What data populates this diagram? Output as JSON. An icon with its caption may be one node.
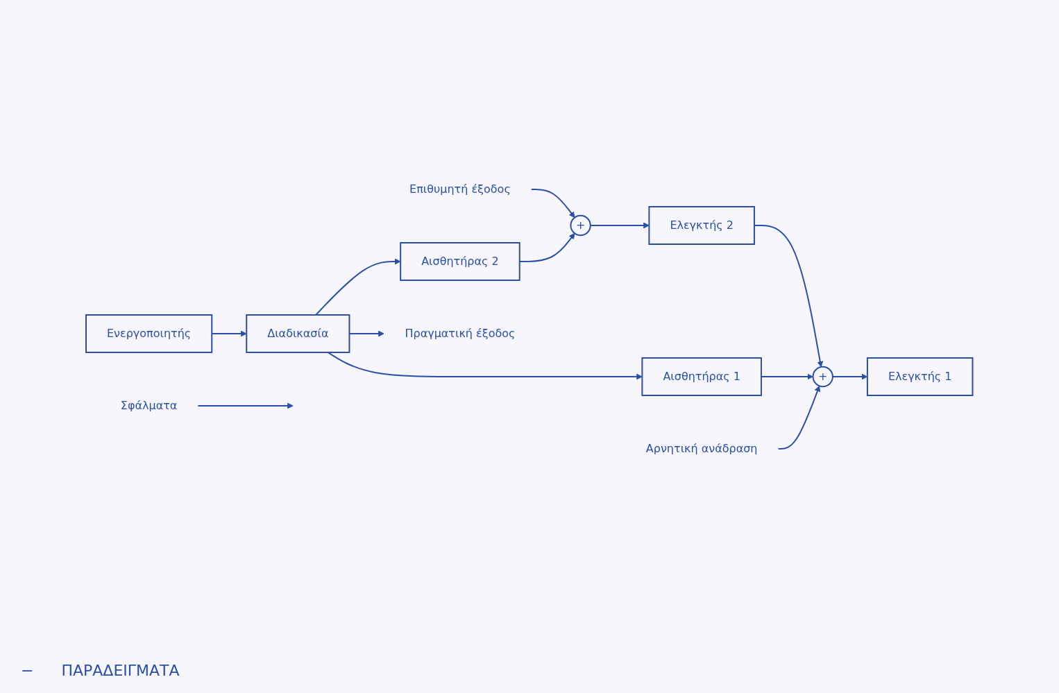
{
  "diagram": {
    "nodes": [
      {
        "text": [
          "Επιθυμητή έξοδος"
        ]
      },
      {
        "text": [
          "+"
        ]
      },
      {
        "text": [
          "Ελεγκτής 2"
        ]
      },
      {
        "text": [
          "+"
        ]
      },
      {
        "text": [
          "Ελεγκτής 1"
        ]
      },
      {
        "text": [
          "Ενεργοποιητής"
        ]
      },
      {
        "text": [
          "Διαδικασία"
        ]
      },
      {
        "text": [
          "Αισθητήρας 1"
        ]
      },
      {
        "text": [
          "Αισθητήρας 2"
        ]
      },
      {
        "text": [
          "Σφάλματα"
        ]
      },
      {
        "text": [
          "Αρνητική ανάδραση"
        ]
      },
      {
        "text": [
          "Πραγματική έξοδος"
        ]
      }
    ],
    "edges": [
      {
        "from": 0,
        "to": 1,
        "arrow": "to"
      },
      {
        "from": 1,
        "to": 2,
        "arrow": "to"
      },
      {
        "from": 2,
        "to": 3,
        "arrow": "to"
      },
      {
        "from": 3,
        "to": 4,
        "arrow": "to"
      },
      {
        "from": 5,
        "to": 6,
        "arrow": "to"
      },
      {
        "from": 6,
        "to": 7,
        "arrow": "to"
      },
      {
        "from": 6,
        "to": 8,
        "arrow": "to"
      },
      {
        "from": 7,
        "to": 3,
        "arrow": "to"
      },
      {
        "from": 8,
        "to": 1,
        "arrow": "to"
      },
      {
        "from": 6,
        "to": 11,
        "arrow": "to"
      },
      {
        "from": 9,
        "to": null,
        "arrow": "to"
      },
      {
        "from": 10,
        "to": 3,
        "arrow": "to"
      }
    ],
    "labels": [
      "−",
      "ΠΑΡΑΔΕΙΓΜΑΤΑ"
    ]
  }
}
